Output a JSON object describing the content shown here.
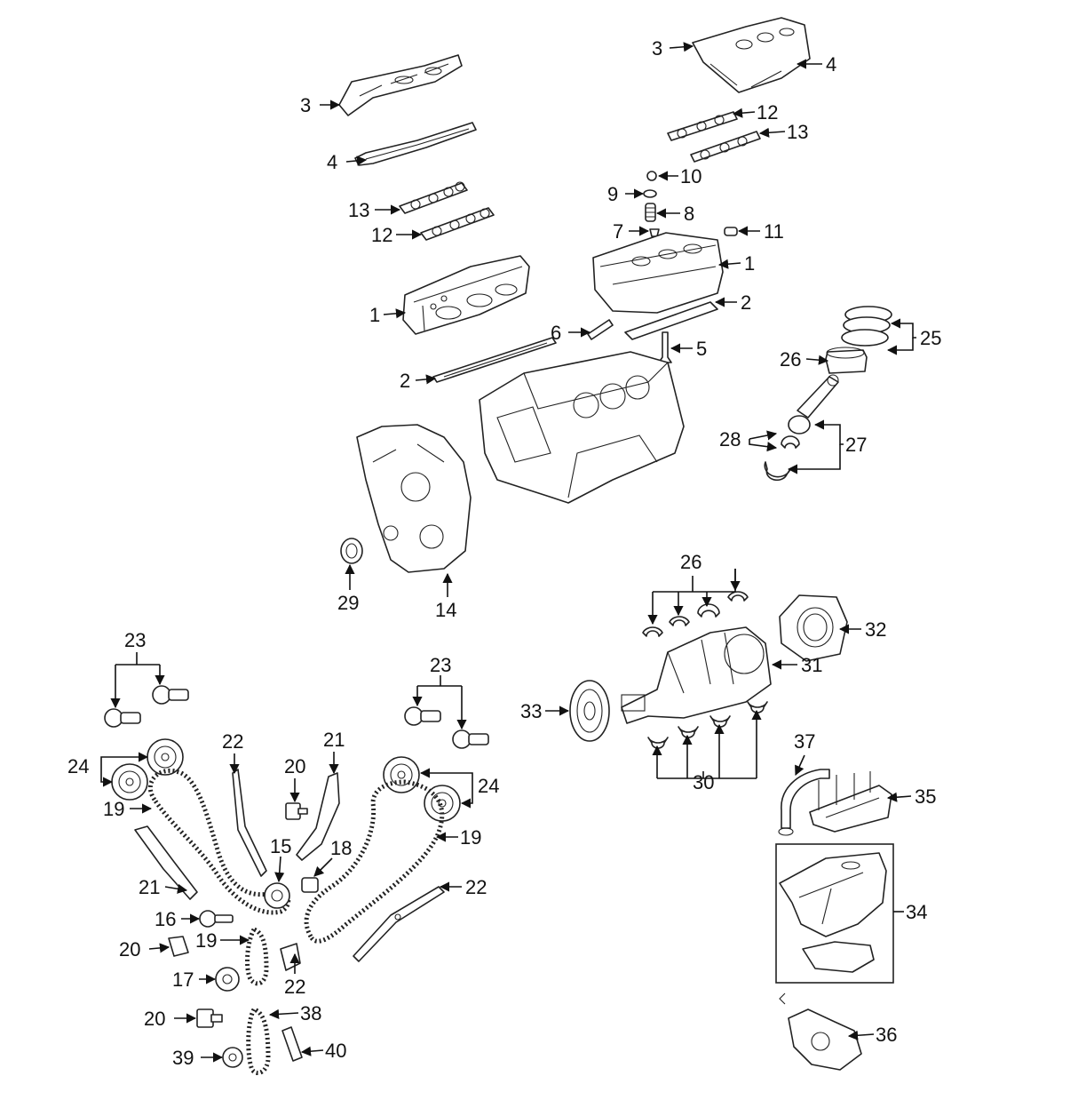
{
  "diagram": {
    "callouts": [
      {
        "id": "c3a",
        "label": "3"
      },
      {
        "id": "c4a",
        "label": "4"
      },
      {
        "id": "c13a",
        "label": "13"
      },
      {
        "id": "c12a",
        "label": "12"
      },
      {
        "id": "c1a",
        "label": "1"
      },
      {
        "id": "c6",
        "label": "6"
      },
      {
        "id": "c2a",
        "label": "2"
      },
      {
        "id": "c3b",
        "label": "3"
      },
      {
        "id": "c4b",
        "label": "4"
      },
      {
        "id": "c12b",
        "label": "12"
      },
      {
        "id": "c13b",
        "label": "13"
      },
      {
        "id": "c10",
        "label": "10"
      },
      {
        "id": "c9",
        "label": "9"
      },
      {
        "id": "c8",
        "label": "8"
      },
      {
        "id": "c7",
        "label": "7"
      },
      {
        "id": "c11",
        "label": "11"
      },
      {
        "id": "c1b",
        "label": "1"
      },
      {
        "id": "c2b",
        "label": "2"
      },
      {
        "id": "c5",
        "label": "5"
      },
      {
        "id": "c25",
        "label": "25"
      },
      {
        "id": "c26a",
        "label": "26"
      },
      {
        "id": "c28",
        "label": "28"
      },
      {
        "id": "c27",
        "label": "27"
      },
      {
        "id": "c29",
        "label": "29"
      },
      {
        "id": "c14",
        "label": "14"
      },
      {
        "id": "c26b",
        "label": "26"
      },
      {
        "id": "c32",
        "label": "32"
      },
      {
        "id": "c31",
        "label": "31"
      },
      {
        "id": "c33",
        "label": "33"
      },
      {
        "id": "c30",
        "label": "30"
      },
      {
        "id": "c23a",
        "label": "23"
      },
      {
        "id": "c23b",
        "label": "23"
      },
      {
        "id": "c24a",
        "label": "24"
      },
      {
        "id": "c24b",
        "label": "24"
      },
      {
        "id": "c19a",
        "label": "19"
      },
      {
        "id": "c19b",
        "label": "19"
      },
      {
        "id": "c19c",
        "label": "19"
      },
      {
        "id": "c22a",
        "label": "22"
      },
      {
        "id": "c22b",
        "label": "22"
      },
      {
        "id": "c22c",
        "label": "22"
      },
      {
        "id": "c21a",
        "label": "21"
      },
      {
        "id": "c21b",
        "label": "21"
      },
      {
        "id": "c20a",
        "label": "20"
      },
      {
        "id": "c20b",
        "label": "20"
      },
      {
        "id": "c20c",
        "label": "20"
      },
      {
        "id": "c15",
        "label": "15"
      },
      {
        "id": "c18",
        "label": "18"
      },
      {
        "id": "c16",
        "label": "16"
      },
      {
        "id": "c17",
        "label": "17"
      },
      {
        "id": "c38",
        "label": "38"
      },
      {
        "id": "c39",
        "label": "39"
      },
      {
        "id": "c40",
        "label": "40"
      },
      {
        "id": "c37",
        "label": "37"
      },
      {
        "id": "c35",
        "label": "35"
      },
      {
        "id": "c34",
        "label": "34"
      },
      {
        "id": "c36",
        "label": "36"
      }
    ]
  }
}
